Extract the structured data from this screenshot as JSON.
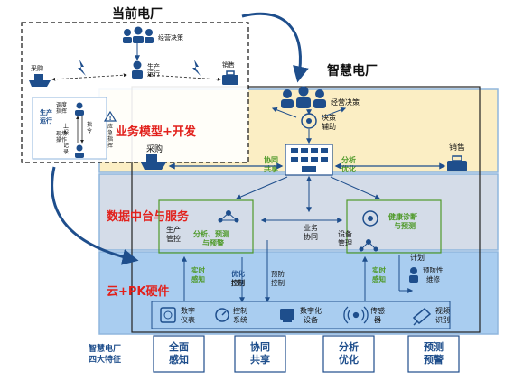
{
  "current_plant": {
    "title": "当前电厂",
    "decision": "经营决策",
    "purchase": "采购",
    "sales": "销售",
    "production_ops": "生产\n运行",
    "side_label": "生产\n运行",
    "dispatch": "调度\n指挥",
    "report": "上\n报",
    "on_site_ops": "现场\n操作",
    "record": "记\n录",
    "order": "指\n令",
    "emergency": "应\n急\n指\n挥"
  },
  "smart_plant": {
    "title": "智慧电厂",
    "decision": "经营决策",
    "decision_support": "决策\n辅助",
    "purchase": "采购",
    "sales": "销售",
    "collab": "协同\n共享",
    "analysis": "分析\n优化",
    "layer_business": "业务模型+开发",
    "layer_data": "数据中台与服务",
    "layer_cloud": "云+PK硬件",
    "production_control": "生产\n管控",
    "analysis_forecast": "分析、预测\n与预警",
    "business_collab": "业务\n协同",
    "equipment_mgmt": "设备\n管理",
    "health_diag": "健康诊断\n与预测",
    "realtime_sense": "实时\n感知",
    "opt_control": "优化\n控制",
    "prevent_control": "预防\n控制",
    "plan": "计划",
    "realtime_sense2": "实时\n感知",
    "preventive_maint": "预防性\n维修",
    "devices": [
      {
        "label": "数字\n仪表",
        "icon": "meter-icon"
      },
      {
        "label": "控制\n系统",
        "icon": "control-system-icon"
      },
      {
        "label": "数字化\n设备",
        "icon": "digital-device-icon"
      },
      {
        "label": "传感\n器",
        "icon": "sensor-icon"
      },
      {
        "label": "视频\n识别",
        "icon": "camera-icon"
      }
    ]
  },
  "features": {
    "caption": "智慧电厂\n四大特征",
    "items": [
      "全面\n感知",
      "协同\n共享",
      "分析\n优化",
      "预测\n预警"
    ]
  },
  "colors": {
    "dark_blue": "#1e4e8c",
    "red": "#e2211c",
    "green": "#4f9a2a",
    "layer_yellow": "#fbeec4",
    "layer_gray": "#d4dce8",
    "layer_blue": "#a9cdf0"
  }
}
